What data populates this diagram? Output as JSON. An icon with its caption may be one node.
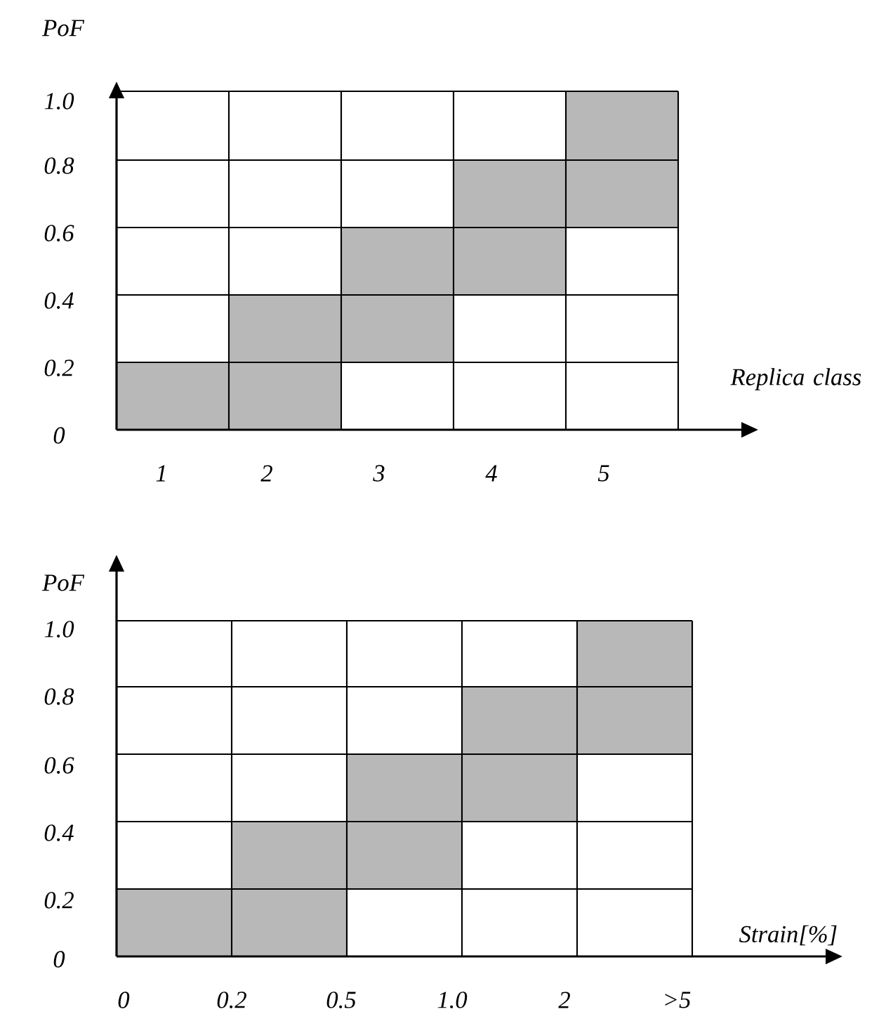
{
  "diagram": {
    "labels": [
      "PoF",
      "1.0",
      "0.8",
      "0.6",
      "0.4",
      "0.2",
      "Replica class",
      "0",
      "1",
      "2",
      "3",
      "4",
      "5",
      "PoF",
      "1.0",
      "0.8",
      "0.6",
      "0.4",
      "0.2",
      "Strain[%]",
      "0",
      "0",
      "0.2",
      "0.5",
      "1.0",
      "2",
      ">5"
    ]
  }
}
